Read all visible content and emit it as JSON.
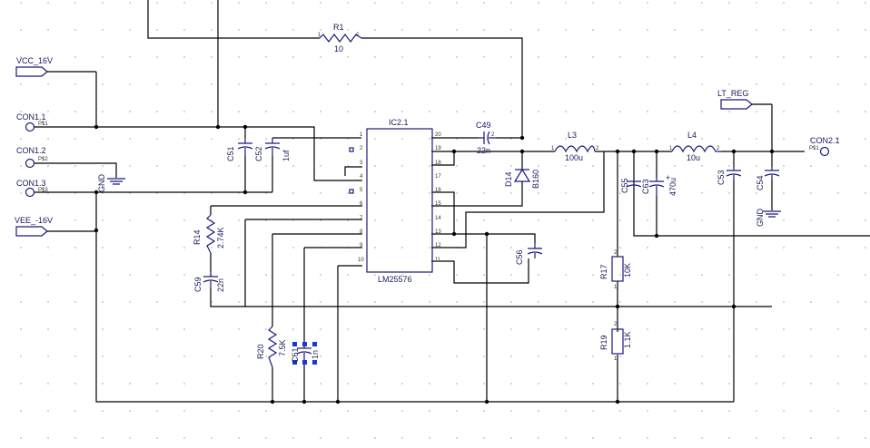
{
  "ports": {
    "vcc": "VCC_16V",
    "vee": "VEE_-16V",
    "lt_reg": "LT_REG"
  },
  "connectors": {
    "con1_1": "CON1.1",
    "con1_1_pin": "P$1",
    "con1_2": "CON1.2",
    "con1_2_pin": "P$2",
    "con1_3": "CON1.3",
    "con1_3_pin": "P$3",
    "con2_1": "CON2.1",
    "con2_1_pin": "P$1"
  },
  "gnd": {
    "left": "GND",
    "right": "GND"
  },
  "ic": {
    "ref": "IC2.1",
    "part": "LM25576",
    "left_pins": [
      "1",
      "2",
      "3",
      "4",
      "5",
      "6",
      "7",
      "8",
      "9",
      "10"
    ],
    "right_pins": [
      "20",
      "19",
      "18",
      "17",
      "16",
      "15",
      "14",
      "13",
      "12",
      "11"
    ]
  },
  "components": {
    "R1": {
      "ref": "R1",
      "value": "10"
    },
    "R14": {
      "ref": "R14",
      "value": "2.74K"
    },
    "R17": {
      "ref": "R17",
      "value": "10K"
    },
    "R19": {
      "ref": "R19",
      "value": "1.1K"
    },
    "R20": {
      "ref": "R20",
      "value": "7.5K"
    },
    "C49": {
      "ref": "C49",
      "value": "22n"
    },
    "C51": {
      "ref": "C51",
      "value": ""
    },
    "C52": {
      "ref": "C52",
      "value": "1uf"
    },
    "C53": {
      "ref": "C53",
      "value": ""
    },
    "C54": {
      "ref": "C54",
      "value": ""
    },
    "C55": {
      "ref": "C55",
      "value": ""
    },
    "C56": {
      "ref": "C56",
      "value": ""
    },
    "C59": {
      "ref": "C59",
      "value": "22n"
    },
    "C61": {
      "ref": "C61",
      "value": "1n"
    },
    "C63": {
      "ref": "C63",
      "value": "470u"
    },
    "D14": {
      "ref": "D14",
      "value": "B160"
    },
    "L3": {
      "ref": "L3",
      "value": "100u"
    },
    "L4": {
      "ref": "L4",
      "value": "10u"
    }
  },
  "pin_labels": {
    "one": "1",
    "two": "2",
    "plus": "+"
  },
  "colors": {
    "wire": "#000000",
    "symbol": "#1a1a7a",
    "text": "#1a1a5c",
    "selected": "#1a3cc8"
  }
}
